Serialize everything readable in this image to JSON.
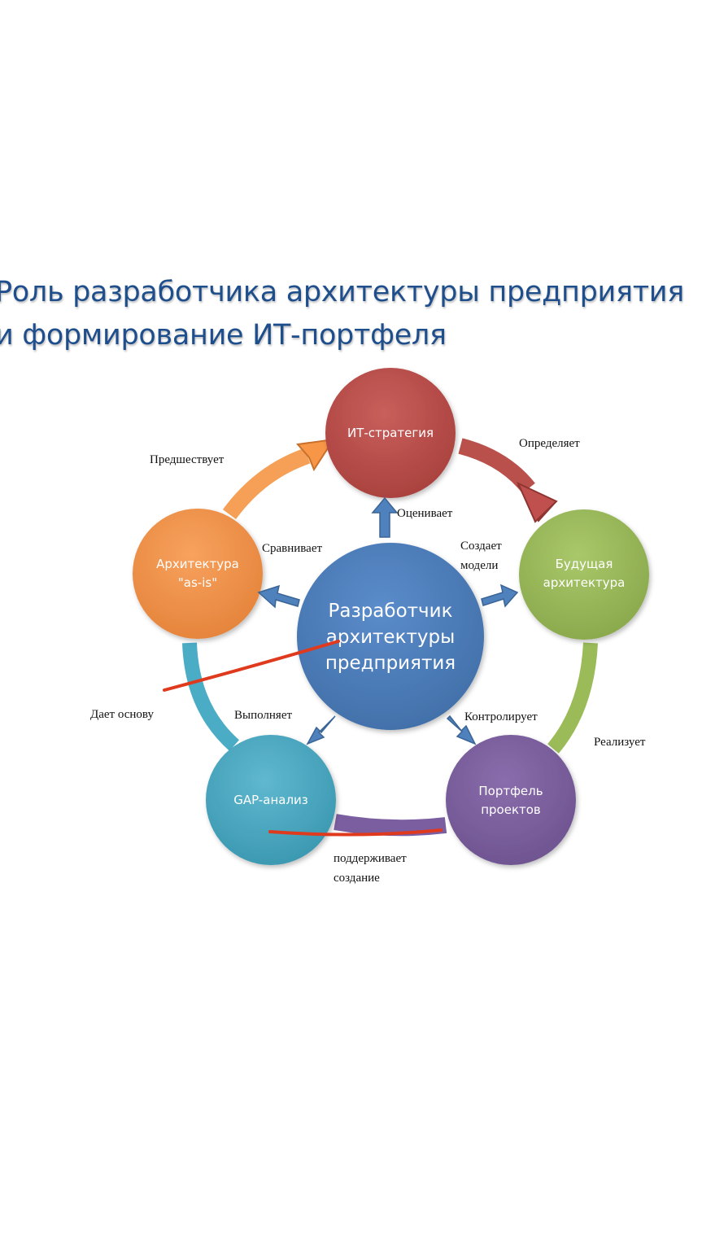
{
  "title": {
    "line1": "Роль разработчика архитектуры предприятия",
    "line2": "и формирование ИТ-портфеля"
  },
  "colors": {
    "title": "#1f4e8c",
    "strategy": "#c0504d",
    "future": "#9bbb59",
    "portfolio": "#8064a2",
    "gap": "#4bacc6",
    "asis": "#f79646",
    "center": "#4f81bd",
    "annotation": "#e03a1e"
  },
  "nodes": {
    "strategy": {
      "label": "ИТ-стратегия"
    },
    "future": {
      "line1": "Будущая",
      "line2": "архитектура"
    },
    "portfolio": {
      "line1": "Портфель",
      "line2": "проектов"
    },
    "gap": {
      "label": "GAP-анализ"
    },
    "asis": {
      "line1": "Архитектура",
      "line2": "\"as-is\""
    },
    "center": {
      "line1": "Разработчик",
      "line2": "архитектуры",
      "line3": "предприятия"
    }
  },
  "edge_labels": {
    "defines": "Определяет",
    "implements": "Реализует",
    "supports_1": "поддерживает",
    "supports_2": "создание",
    "gives_basis": "Дает основу",
    "precedes": "Предшествует",
    "evaluates": "Оценивает",
    "creates_1": "Создает",
    "creates_2": "модели",
    "compares": "Сравнивает",
    "performs": "Выполняет",
    "controls": "Контролирует"
  }
}
